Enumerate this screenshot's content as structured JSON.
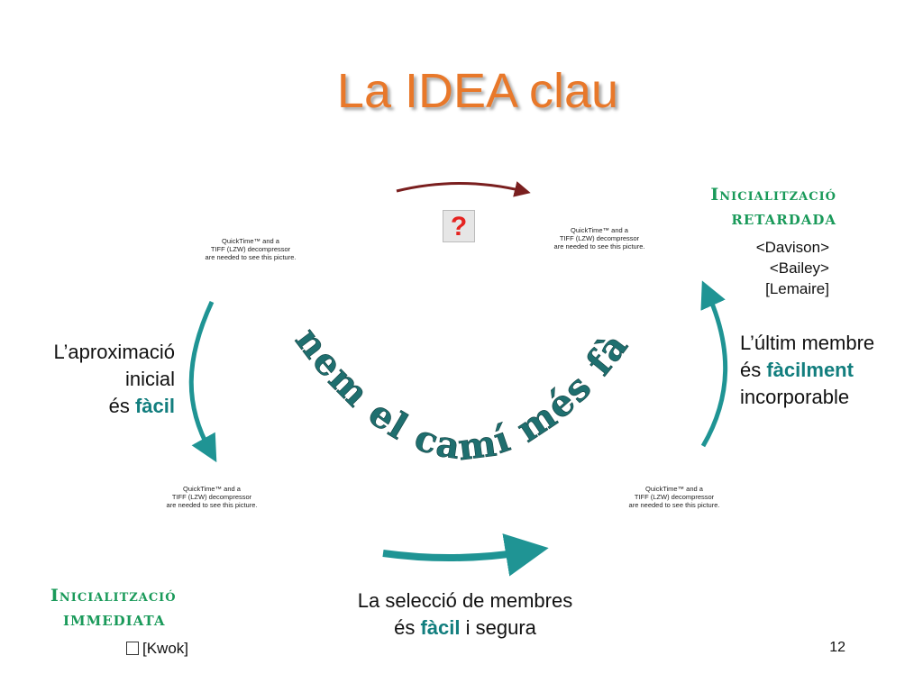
{
  "title": "La IDEA clau",
  "question_mark": "?",
  "placeholders": {
    "top_left": [
      "QuickTime™ and a",
      "TIFF (LZW) decompressor",
      "are needed to see this picture."
    ],
    "top_right": [
      "QuickTime™ and a",
      "TIFF (LZW) decompressor",
      "are needed to see this picture."
    ],
    "bottom_left": [
      "QuickTime™ and a",
      "TIFF (LZW) decompressor",
      "are needed to see this picture."
    ],
    "bottom_right": [
      "QuickTime™ and a",
      "TIFF (LZW) decompressor",
      "are needed to see this picture."
    ]
  },
  "init_delayed": {
    "line1": "Inicialització",
    "line2": "retardada"
  },
  "refs": [
    "<Davison>",
    "<Bailey>",
    "[Lemaire]"
  ],
  "left_text": {
    "line1": "L’aproximació",
    "line2": "inicial",
    "line3_pre": "és ",
    "line3_hl": "fàcil"
  },
  "right_text": {
    "line1": "L’últim membre",
    "line2_pre": "és ",
    "line2_hl": "fàcilment",
    "line3": "incorporable"
  },
  "bottom_text": {
    "line1": "La selecció de membres",
    "line2_pre": "és ",
    "line2_hl": "fàcil",
    "line2_post": " i segura"
  },
  "arc_text": "prenem el camí més fàcil!",
  "init_immediate": {
    "line1": "Inicialització",
    "line2": "immediata"
  },
  "kwok": "[Kwok]",
  "page_number": "12",
  "colors": {
    "title": "#e8782a",
    "teal": "#1f9494",
    "dark_red": "#7a1f1f",
    "green": "#1a9a5a",
    "question": "#e52320"
  }
}
